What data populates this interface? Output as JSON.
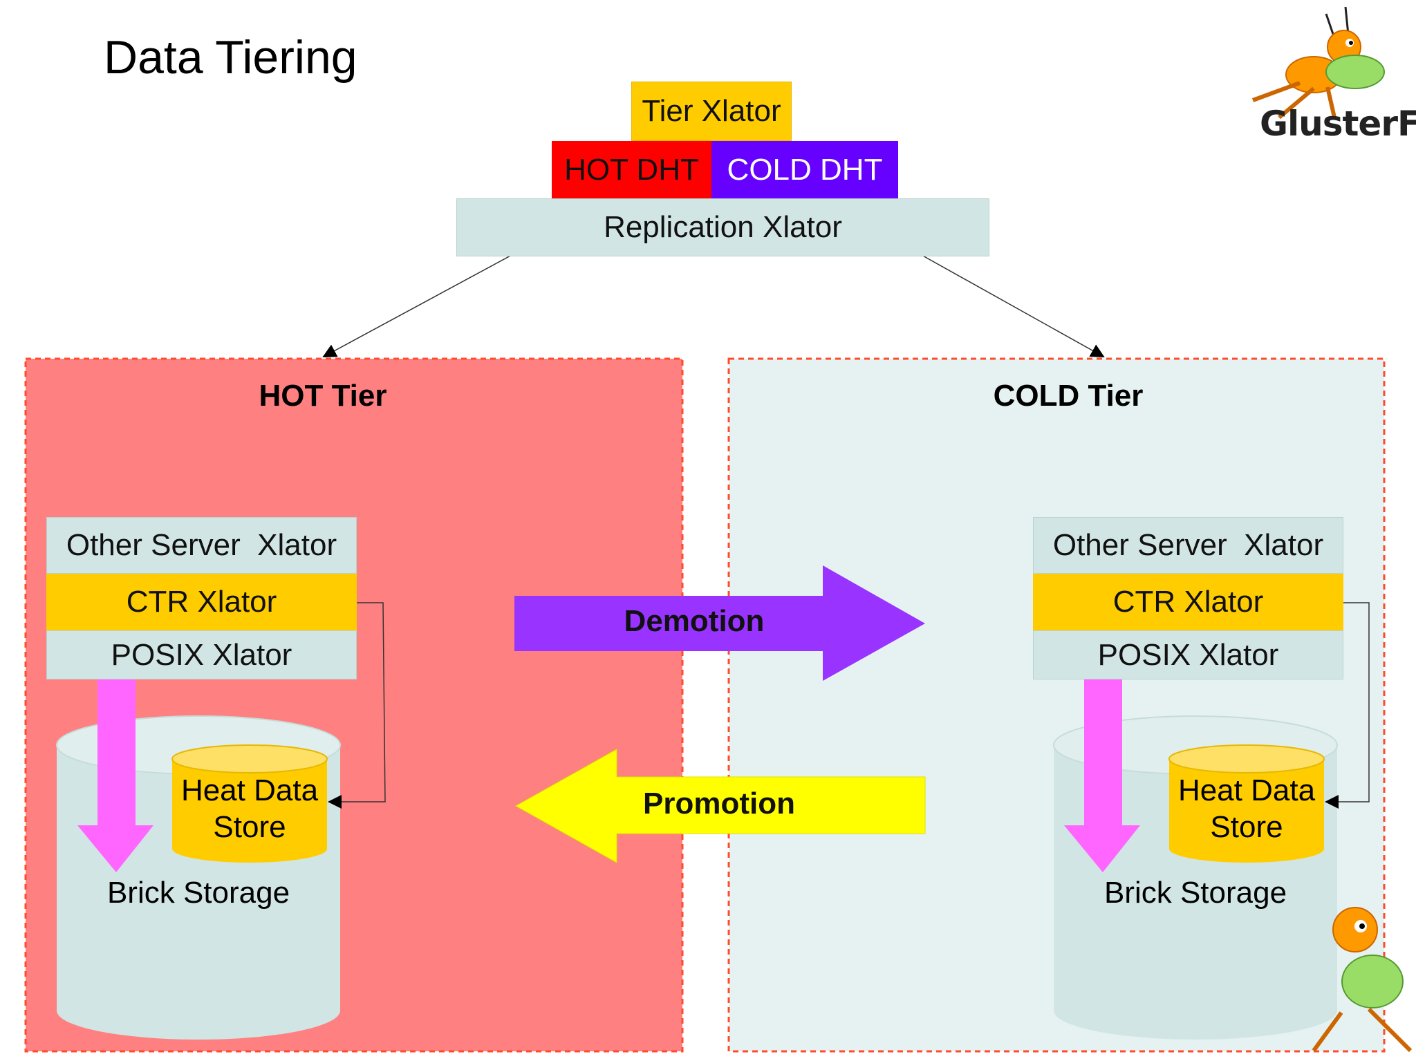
{
  "title": "Data Tiering",
  "logo": {
    "text": "GlusterFS",
    "icon": "ant-mascot-icon"
  },
  "top_stack": {
    "tier_xlator": "Tier Xlator",
    "hot_dht": "HOT DHT",
    "cold_dht": "COLD DHT",
    "replication_xlator": "Replication Xlator"
  },
  "hot_tier": {
    "title": "HOT Tier",
    "other_server_xlator": "Other Server  Xlator",
    "ctr_xlator": "CTR Xlator",
    "posix_xlator": "POSIX Xlator",
    "heat_data_store_line1": "Heat Data",
    "heat_data_store_line2": "Store",
    "brick_storage": "Brick Storage"
  },
  "cold_tier": {
    "title": "COLD Tier",
    "other_server_xlator": "Other Server  Xlator",
    "ctr_xlator": "CTR Xlator",
    "posix_xlator": "POSIX Xlator",
    "heat_data_store_line1": "Heat Data",
    "heat_data_store_line2": "Store",
    "brick_storage": "Brick Storage"
  },
  "flows": {
    "demotion": "Demotion",
    "promotion": "Promotion"
  },
  "colors": {
    "tier_xlator": "#ffcc00",
    "hot_dht": "#ff0000",
    "cold_dht": "#6600ff",
    "replication": "#d1e6e4",
    "hot_tier_bg": "#ff8080",
    "cold_tier_bg": "#e6f2f1",
    "tier_border": "#ff4b2b",
    "demotion_arrow": "#9933ff",
    "promotion_arrow": "#ffff00",
    "posix_down_arrow": "#ff66ff"
  }
}
